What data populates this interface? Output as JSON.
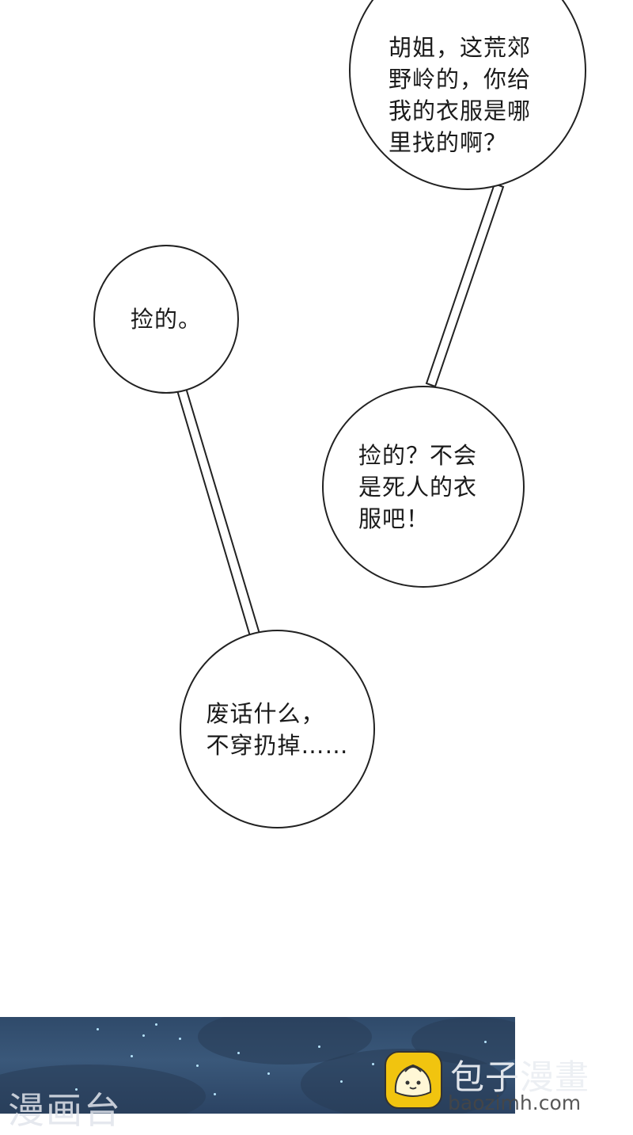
{
  "bubbles": [
    {
      "id": "b1",
      "text": "胡姐，这荒郊\n野岭的，你给\n我的衣服是哪\n里找的啊？"
    },
    {
      "id": "b2",
      "text": "捡的。"
    },
    {
      "id": "b3",
      "text": "捡的？不会\n是死人的衣\n服吧！"
    },
    {
      "id": "b4",
      "text": "废话什么，\n不穿扔掉……"
    }
  ],
  "watermarks": {
    "left": "漫画台",
    "brand_cn": "包子漫畫",
    "brand_en": "baozimh.com"
  },
  "icons": {
    "brand_logo": "bun-logo-icon"
  },
  "colors": {
    "background": "#ffffff",
    "outline": "#222222",
    "night_sky": "#34506f",
    "logo": "#f1c40f"
  }
}
